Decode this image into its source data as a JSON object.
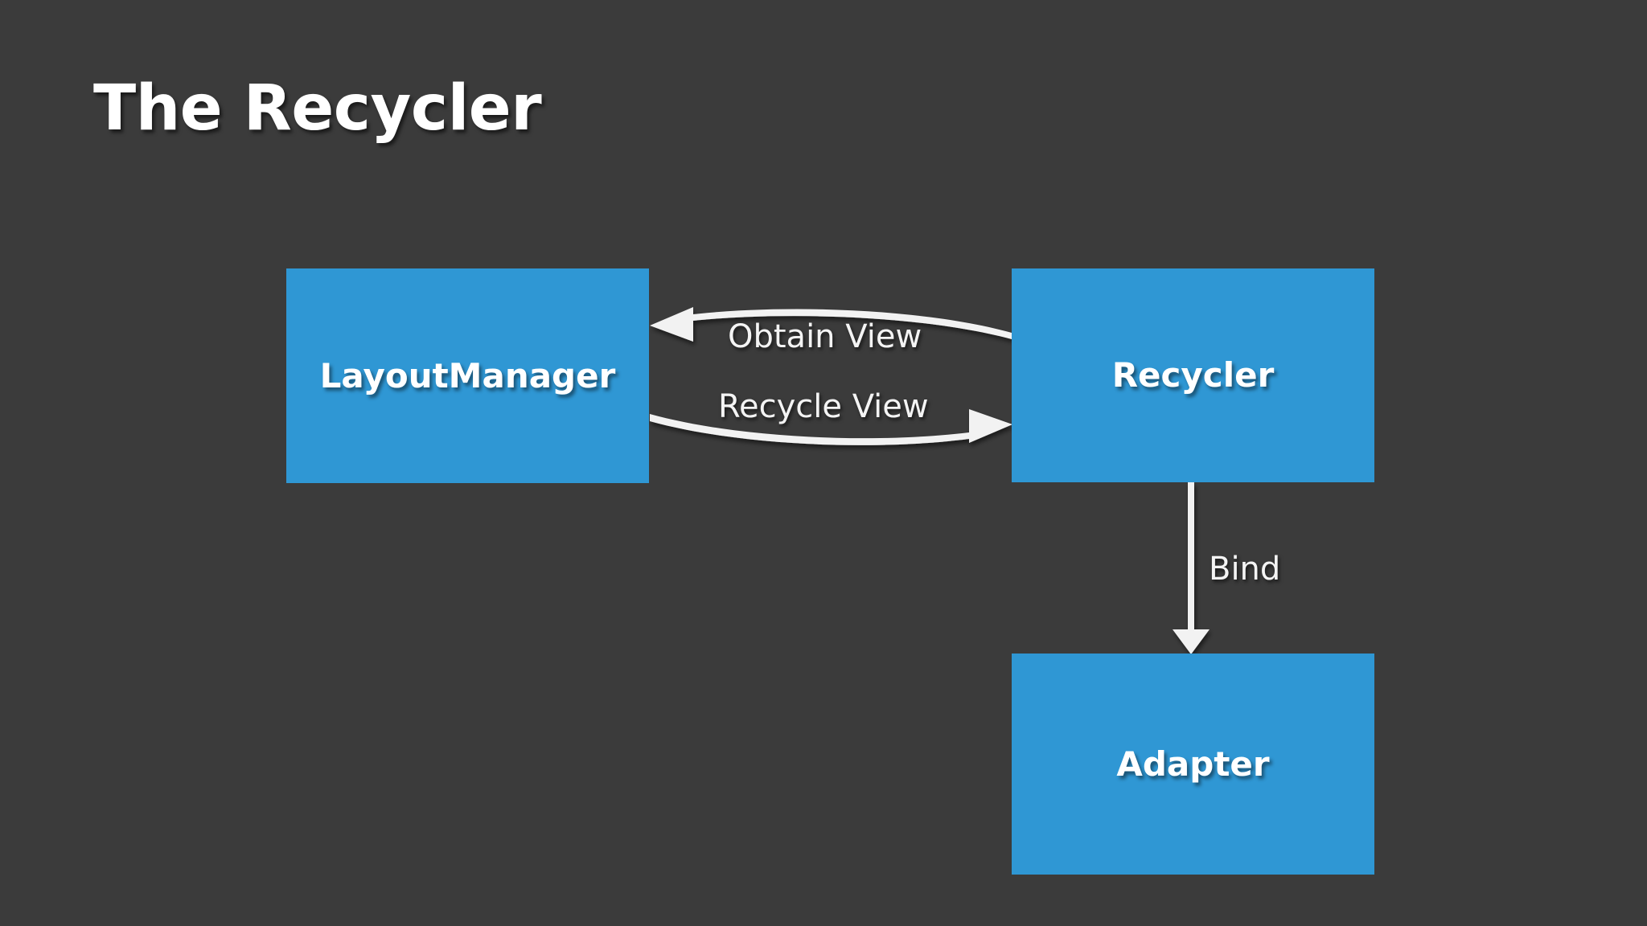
{
  "slide": {
    "title": "The Recycler",
    "background_color": "#3b3b3b",
    "node_color": "#2f97d4",
    "text_color": "#ffffff",
    "arrow_color": "#f2f2f2"
  },
  "nodes": [
    {
      "id": "layoutmanager",
      "label": "LayoutManager"
    },
    {
      "id": "recycler",
      "label": "Recycler"
    },
    {
      "id": "adapter",
      "label": "Adapter"
    }
  ],
  "edges": [
    {
      "id": "obtain-view",
      "label": "Obtain View",
      "from": "recycler",
      "to": "layoutmanager",
      "direction": "left"
    },
    {
      "id": "recycle-view",
      "label": "Recycle View",
      "from": "layoutmanager",
      "to": "recycler",
      "direction": "right"
    },
    {
      "id": "bind",
      "label": "Bind",
      "from": "recycler",
      "to": "adapter",
      "direction": "down"
    }
  ]
}
